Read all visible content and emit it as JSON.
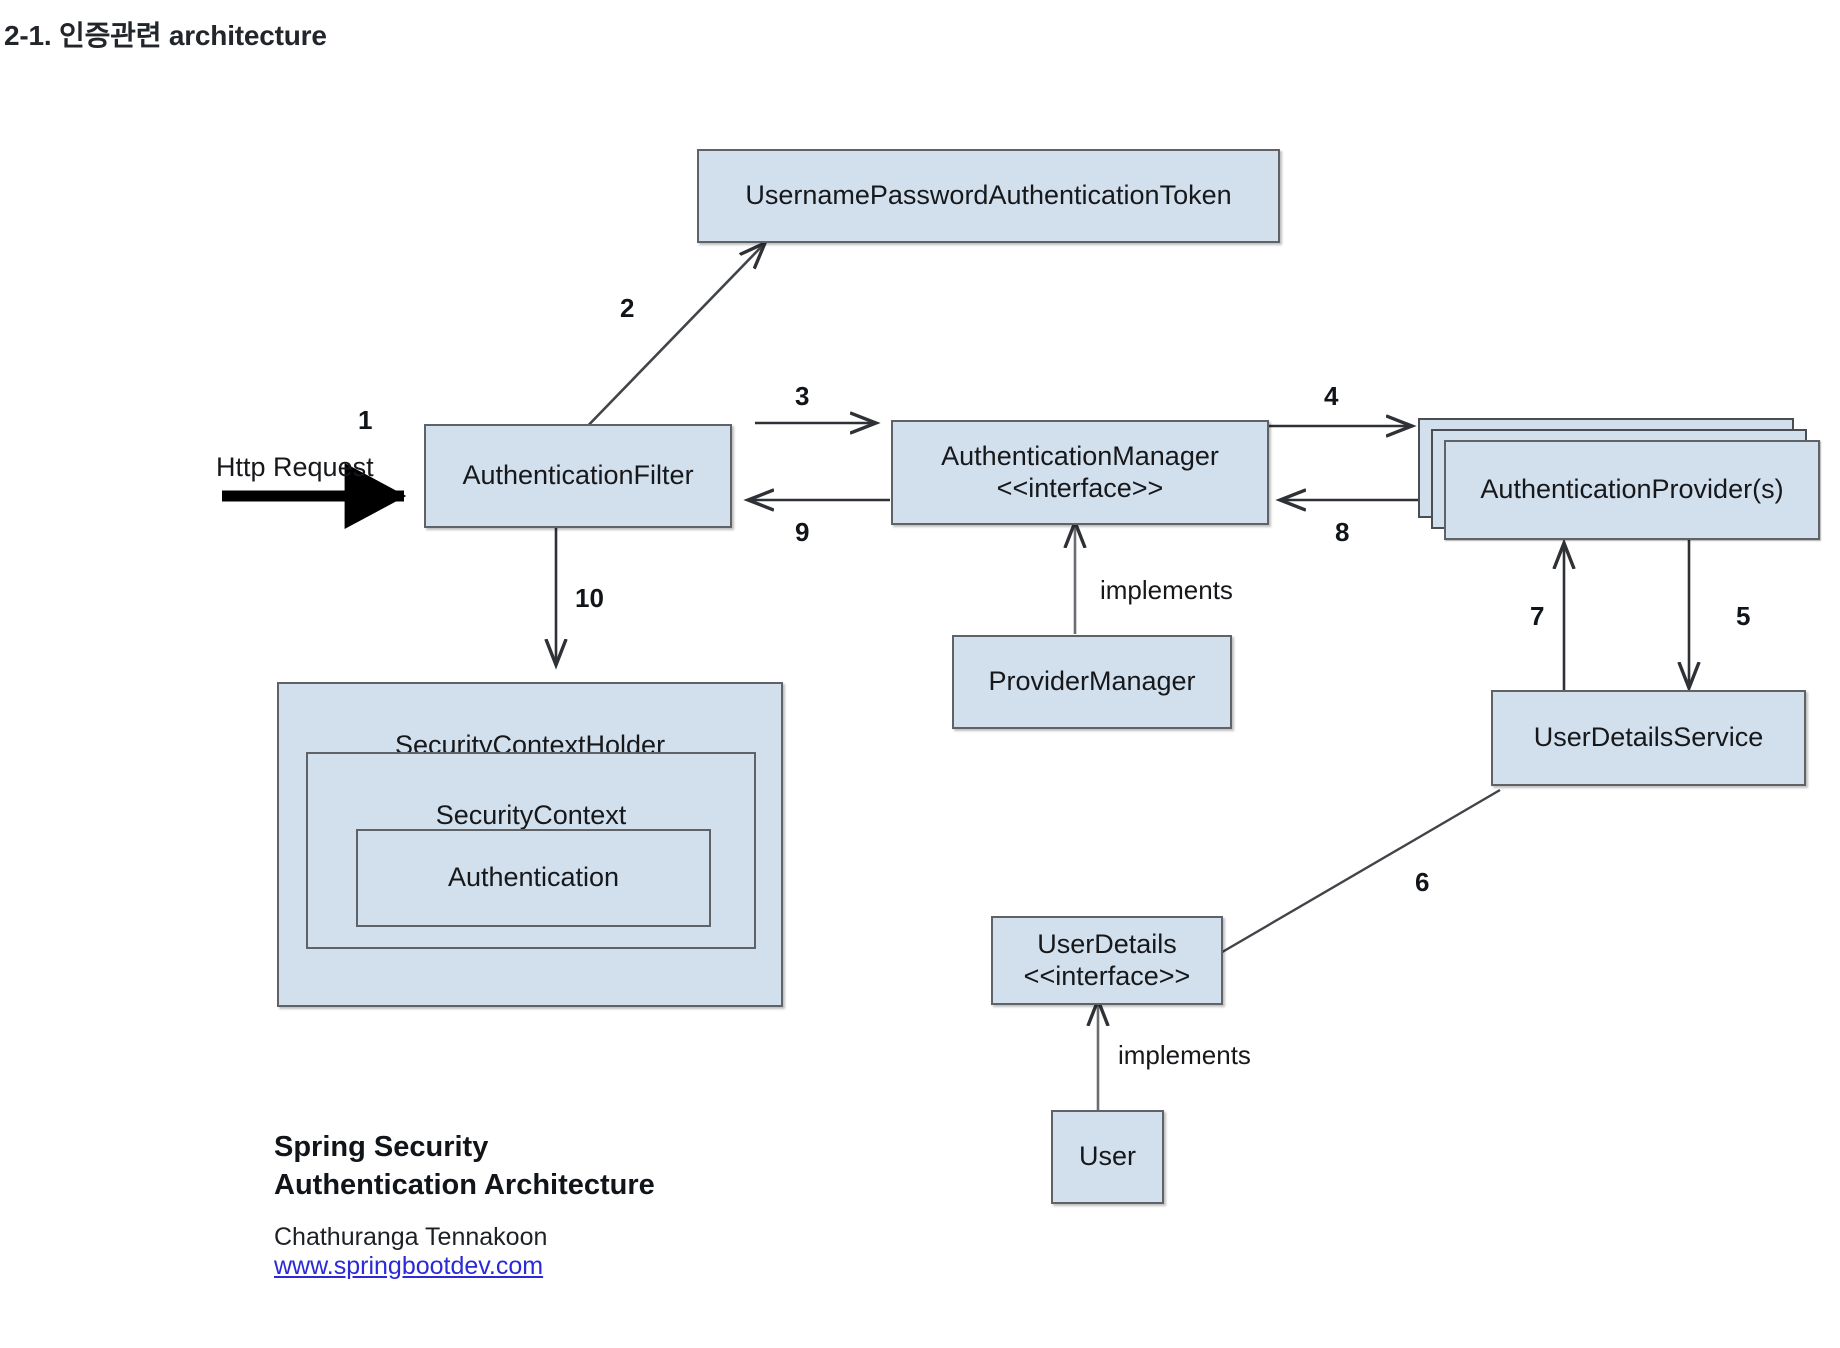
{
  "page": {
    "title": "2-1. 인증관련 architecture",
    "background": "#ffffff",
    "node_fill": "#d2dfec",
    "node_border": "#5f6368",
    "link_color": "#2a2ad6"
  },
  "diagram": {
    "type": "architecture-diagram",
    "nodes": {
      "token": {
        "label": "UsernamePasswordAuthenticationToken"
      },
      "auth_filter": {
        "label": "AuthenticationFilter"
      },
      "auth_manager": {
        "label": "AuthenticationManager\n<<interface>>"
      },
      "auth_provider": {
        "label": "AuthenticationProvider(s)"
      },
      "provider_manager": {
        "label": "ProviderManager"
      },
      "user_details_service": {
        "label": "UserDetailsService"
      },
      "user_details": {
        "label": "UserDetails\n<<interface>>"
      },
      "user": {
        "label": "User"
      },
      "security_context_holder": {
        "label": "SecurityContextHolder"
      },
      "security_context": {
        "label": "SecurityContext"
      },
      "authentication": {
        "label": "Authentication"
      }
    },
    "flow_labels": {
      "http_request": "Http Request"
    },
    "edge_labels": {
      "implements_manager": "implements",
      "implements_user": "implements"
    },
    "steps": {
      "s1": "1",
      "s2": "2",
      "s3": "3",
      "s4": "4",
      "s5": "5",
      "s6": "6",
      "s7": "7",
      "s8": "8",
      "s9": "9",
      "s10": "10"
    }
  },
  "credit": {
    "title": "Spring Security\nAuthentication Architecture",
    "author": "Chathuranga Tennakoon",
    "website": "www.springbootdev.com"
  }
}
